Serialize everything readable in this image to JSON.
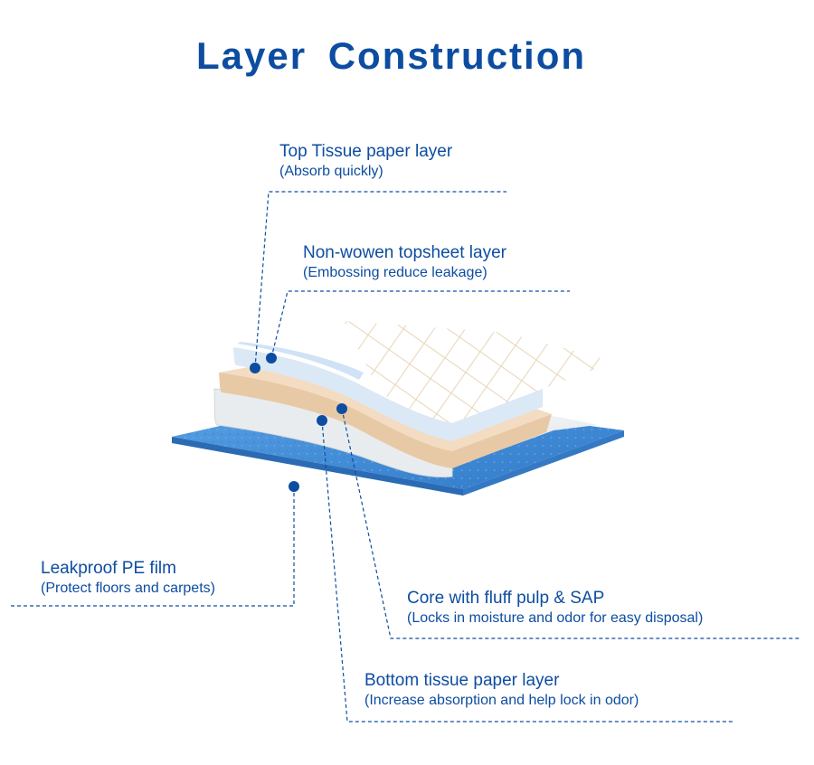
{
  "title": "Layer  Construction",
  "colors": {
    "accent": "#0d4da1",
    "pe_film": "#4a90d9",
    "core": "#f3dcc2",
    "tissue": "#e6eef7"
  },
  "layers": [
    {
      "id": "top-tissue",
      "name": "Top Tissue paper layer",
      "desc": "(Absorb quickly)"
    },
    {
      "id": "nonwoven",
      "name": "Non-wowen topsheet layer",
      "desc": "(Embossing reduce leakage)"
    },
    {
      "id": "pe-film",
      "name": "Leakproof PE film",
      "desc": "(Protect floors and carpets)"
    },
    {
      "id": "core",
      "name": "Core with fluff pulp & SAP",
      "desc": "(Locks in moisture and odor for easy disposal)"
    },
    {
      "id": "bottom-tissue",
      "name": "Bottom tissue paper layer",
      "desc": "(Increase absorption and help lock in odor)"
    }
  ]
}
